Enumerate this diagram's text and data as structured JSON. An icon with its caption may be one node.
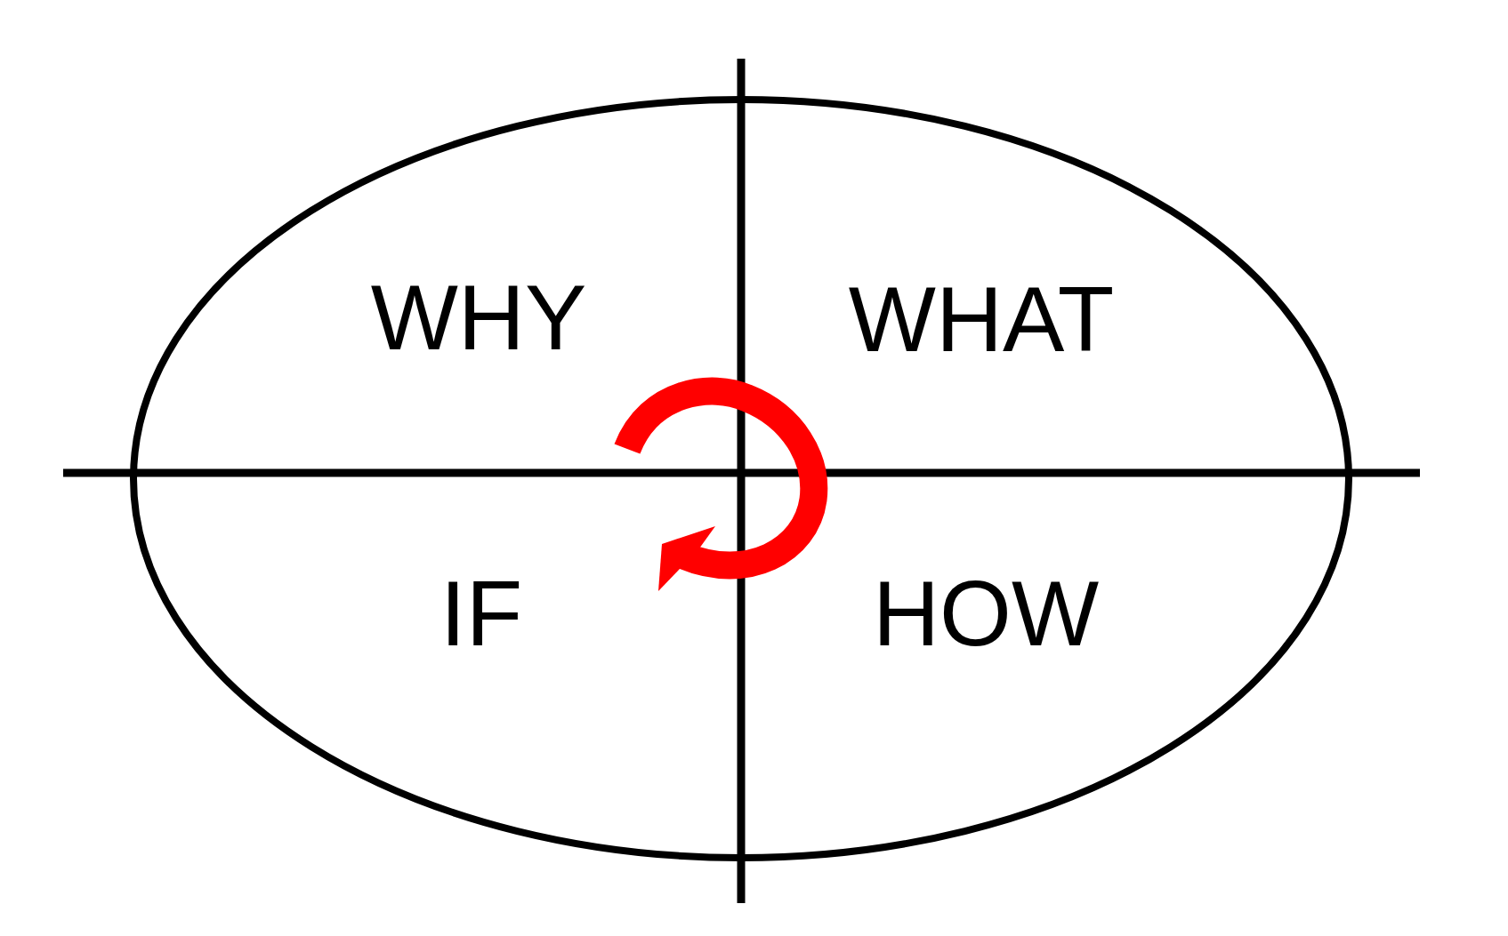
{
  "diagram": {
    "nodes": [
      {
        "text": [
          "WHY",
          "WHAT",
          "IF",
          "HOW"
        ]
      }
    ]
  }
}
